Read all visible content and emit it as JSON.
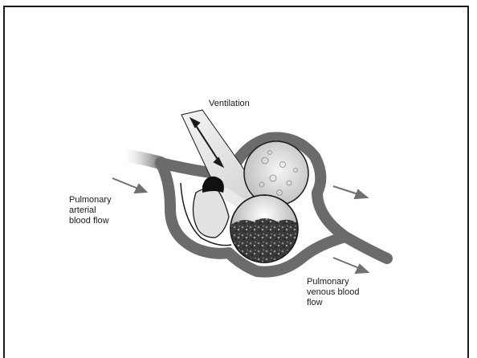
{
  "labels": {
    "ventilation": "Ventilation",
    "arterial": "Pulmonary\narterial\nblood flow",
    "venous": "Pulmonary\nvenous blood\nflow"
  },
  "colors": {
    "vessel": "#6b6b6b",
    "airway": "#d6d6d6",
    "arrow": "#707070",
    "ink": "#1a1a1a"
  }
}
